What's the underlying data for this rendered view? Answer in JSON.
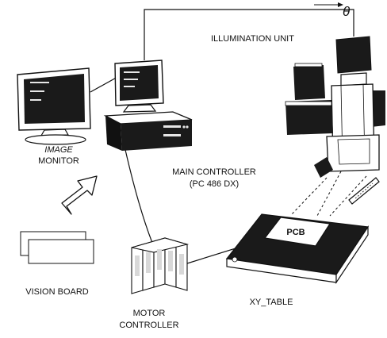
{
  "labels": {
    "theta": "θ",
    "illumination_unit": "ILLUMINATION UNIT",
    "image_monitor_line1": "IMAGE",
    "image_monitor_line2": "MONITOR",
    "main_controller_line1": "MAIN CONTROLLER",
    "main_controller_line2": "(PC 486 DX)",
    "pcb": "PCB",
    "vision_board": "VISION BOARD",
    "xy_table": "XY_TABLE",
    "motor_controller_line1": "MOTOR",
    "motor_controller_line2": "CONTROLLER"
  },
  "colors": {
    "line": "#111111",
    "screen": "#1a1a1a",
    "panel": "#ffffff"
  }
}
